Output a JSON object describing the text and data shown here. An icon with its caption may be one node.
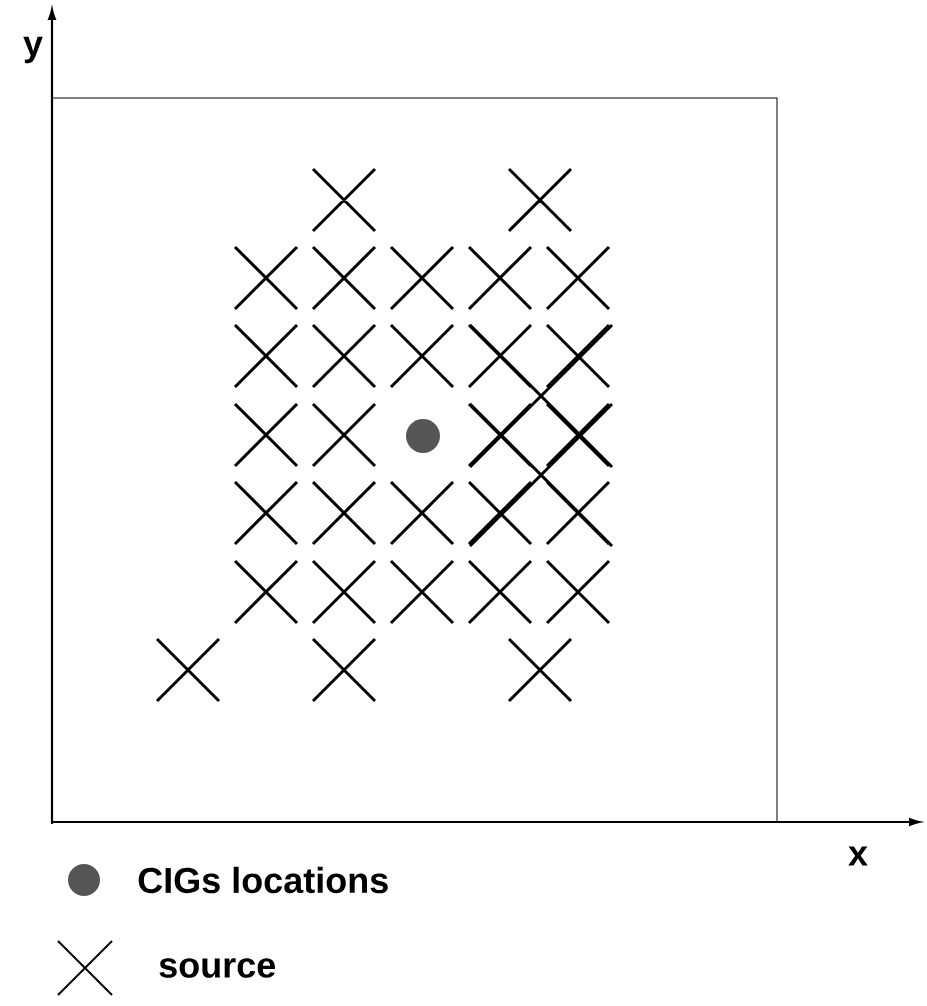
{
  "diagram": {
    "labels": [
      "y",
      "x"
    ],
    "legend": [
      {
        "text": "CIGs locations"
      },
      {
        "text": "source"
      }
    ]
  }
}
